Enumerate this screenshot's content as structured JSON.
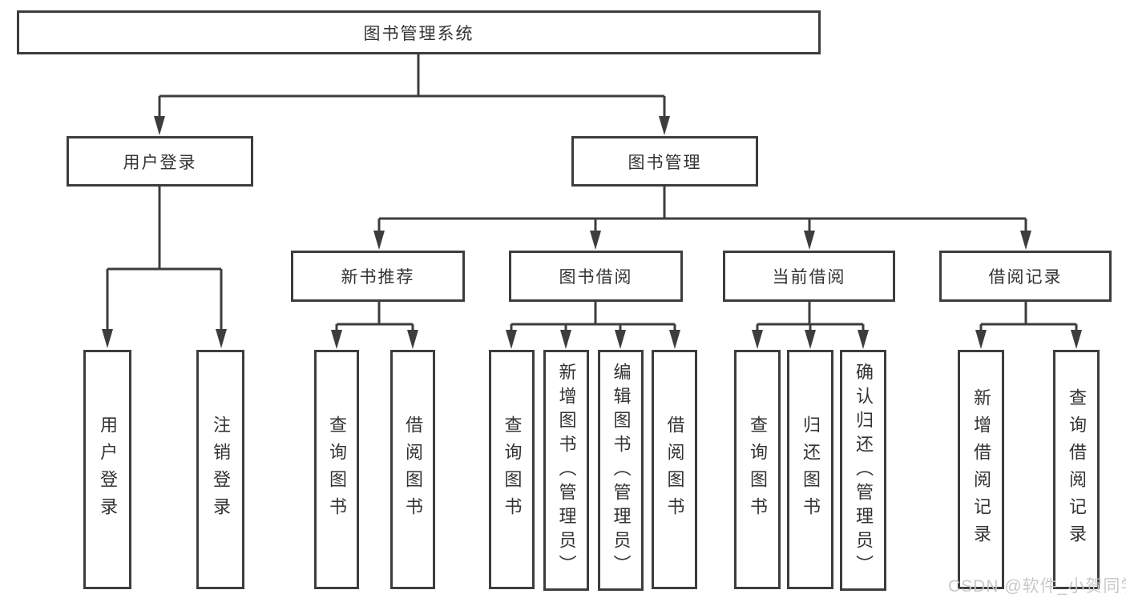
{
  "diagram": {
    "type": "hierarchy-tree",
    "colors": {
      "background": "#ffffff",
      "line": "#3d3d3d",
      "border": "#3d3d3d",
      "text": "#333333",
      "watermark": "#c6c6c6"
    },
    "nodes": {
      "root": {
        "label": "图书管理系统"
      },
      "user_login": {
        "label": "用户登录"
      },
      "book_mgmt": {
        "label": "图书管理"
      },
      "new_book_rec": {
        "label": "新书推荐"
      },
      "book_borrow": {
        "label": "图书借阅"
      },
      "current_borrow": {
        "label": "当前借阅"
      },
      "borrow_records": {
        "label": "借阅记录"
      },
      "leaf_user_login": {
        "label": "用户登录"
      },
      "leaf_logout_login": {
        "label": "注销登录"
      },
      "leaf_newbook_query": {
        "label": "查询图书"
      },
      "leaf_newbook_borrow": {
        "label": "借阅图书"
      },
      "leaf_borrow_query": {
        "label": "查询图书"
      },
      "leaf_borrow_add": {
        "label": "新增图书（管理员）"
      },
      "leaf_borrow_edit": {
        "label": "编辑图书（管理员）"
      },
      "leaf_borrow_borrow": {
        "label": "借阅图书"
      },
      "leaf_current_query": {
        "label": "查询图书"
      },
      "leaf_current_return": {
        "label": "归还图书"
      },
      "leaf_current_confirm": {
        "label": "确认归还（管理员）"
      },
      "leaf_record_add": {
        "label": "新增借阅记录"
      },
      "leaf_record_query": {
        "label": "查询借阅记录"
      }
    },
    "edges": [
      [
        "root",
        "user_login"
      ],
      [
        "root",
        "book_mgmt"
      ],
      [
        "user_login",
        "leaf_user_login"
      ],
      [
        "user_login",
        "leaf_logout_login"
      ],
      [
        "book_mgmt",
        "new_book_rec"
      ],
      [
        "book_mgmt",
        "book_borrow"
      ],
      [
        "book_mgmt",
        "current_borrow"
      ],
      [
        "book_mgmt",
        "borrow_records"
      ],
      [
        "new_book_rec",
        "leaf_newbook_query"
      ],
      [
        "new_book_rec",
        "leaf_newbook_borrow"
      ],
      [
        "book_borrow",
        "leaf_borrow_query"
      ],
      [
        "book_borrow",
        "leaf_borrow_add"
      ],
      [
        "book_borrow",
        "leaf_borrow_edit"
      ],
      [
        "book_borrow",
        "leaf_borrow_borrow"
      ],
      [
        "current_borrow",
        "leaf_current_query"
      ],
      [
        "current_borrow",
        "leaf_current_return"
      ],
      [
        "current_borrow",
        "leaf_current_confirm"
      ],
      [
        "borrow_records",
        "leaf_record_add"
      ],
      [
        "borrow_records",
        "leaf_record_query"
      ]
    ],
    "watermark": "CSDN @软件_小贺同学"
  }
}
